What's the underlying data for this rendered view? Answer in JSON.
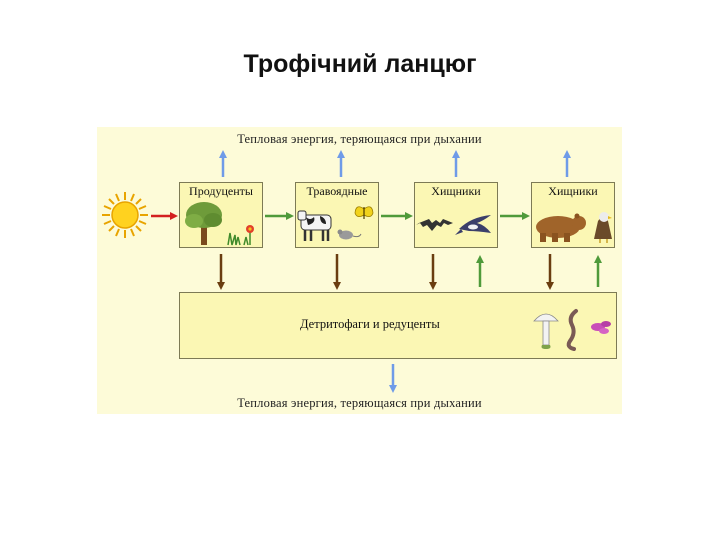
{
  "slide_title": "Трофічний ланцюг",
  "heat_top": "Тепловая энергия, теряющаяся при дыхании",
  "heat_bottom": "Тепловая энергия, теряющаяся при дыхании",
  "levels": [
    {
      "label": "Продуценты"
    },
    {
      "label": "Травоядные"
    },
    {
      "label": "Хищники"
    },
    {
      "label": "Хищники"
    }
  ],
  "detritus_label": "Детритофаги и редуценты",
  "colors": {
    "background": "#fdfbd8",
    "box_fill": "#fbf7b4",
    "heat_arrow": "#6f9be8",
    "energy_arrow": "#4f9a3a",
    "decay_arrow": "#6a3d10",
    "sun_arrow": "#d32020"
  }
}
